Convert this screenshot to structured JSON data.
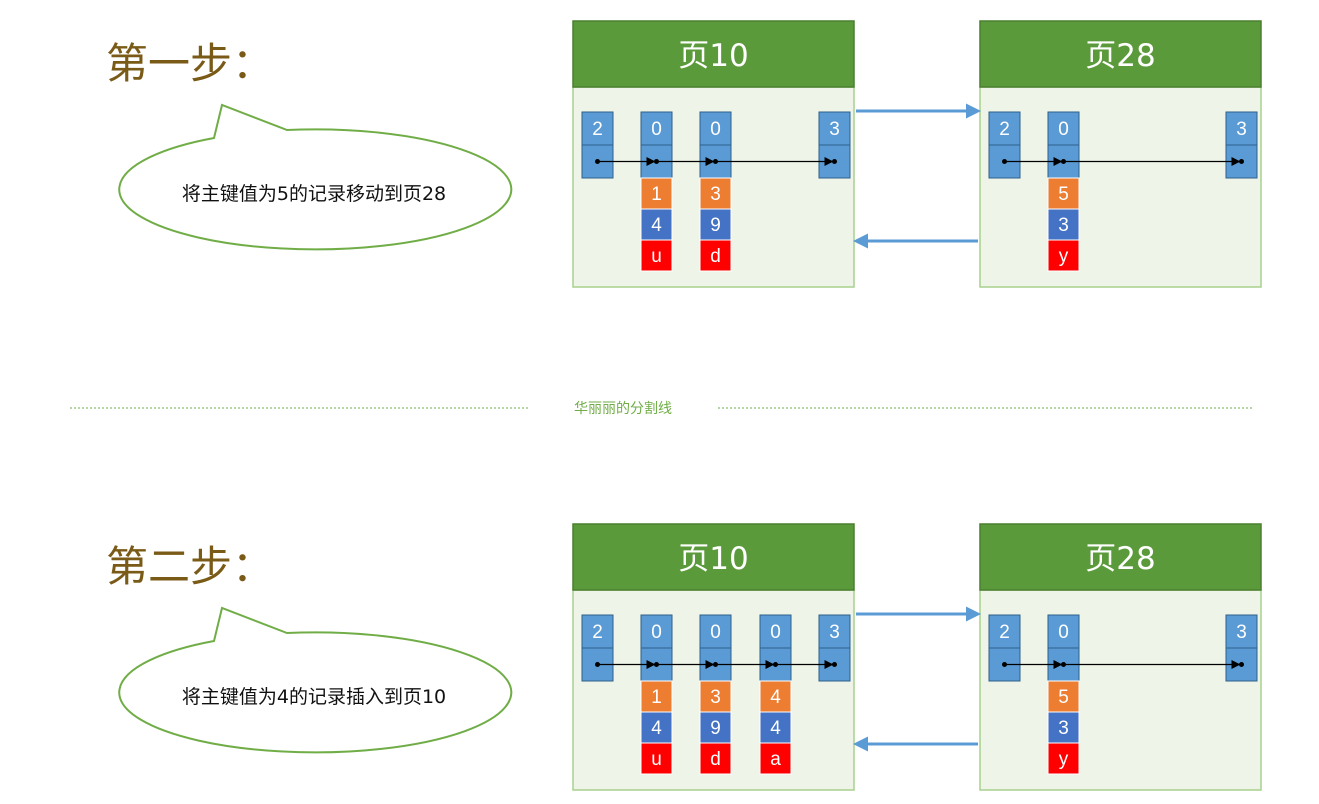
{
  "divider": {
    "label": "华丽丽的分割线"
  },
  "colors": {
    "page_header": "#5b9a3a",
    "page_body": "#eef4e7",
    "page_border": "#a9d18e",
    "blue_cell": "#5b9bd5",
    "blue_cell_border": "#2e5f8a",
    "orange_cell": "#ed7d31",
    "dark_blue_cell": "#4472c4",
    "red_cell": "#ff0000",
    "bubble_stroke": "#70ad47",
    "step_title": "#7a5a17",
    "link_arrow": "#5b9bd5"
  },
  "steps": [
    {
      "title": "第一步：",
      "bubble_text": "将主键值为5的记录移动到页28",
      "pages": [
        {
          "title": "页10",
          "records": [
            {
              "header": "2",
              "key": null,
              "col2": null,
              "col3": null
            },
            {
              "header": "0",
              "key": "1",
              "col2": "4",
              "col3": "u"
            },
            {
              "header": "0",
              "key": "3",
              "col2": "9",
              "col3": "d"
            },
            {
              "header": "3",
              "key": null,
              "col2": null,
              "col3": null
            }
          ]
        },
        {
          "title": "页28",
          "records": [
            {
              "header": "2",
              "key": null,
              "col2": null,
              "col3": null
            },
            {
              "header": "0",
              "key": "5",
              "col2": "3",
              "col3": "y"
            },
            {
              "header": "3",
              "key": null,
              "col2": null,
              "col3": null
            }
          ]
        }
      ]
    },
    {
      "title": "第二步：",
      "bubble_text": "将主键值为4的记录插入到页10",
      "pages": [
        {
          "title": "页10",
          "records": [
            {
              "header": "2",
              "key": null,
              "col2": null,
              "col3": null
            },
            {
              "header": "0",
              "key": "1",
              "col2": "4",
              "col3": "u"
            },
            {
              "header": "0",
              "key": "3",
              "col2": "9",
              "col3": "d"
            },
            {
              "header": "0",
              "key": "4",
              "col2": "4",
              "col3": "a"
            },
            {
              "header": "3",
              "key": null,
              "col2": null,
              "col3": null
            }
          ]
        },
        {
          "title": "页28",
          "records": [
            {
              "header": "2",
              "key": null,
              "col2": null,
              "col3": null
            },
            {
              "header": "0",
              "key": "5",
              "col2": "3",
              "col3": "y"
            },
            {
              "header": "3",
              "key": null,
              "col2": null,
              "col3": null
            }
          ]
        }
      ]
    }
  ]
}
